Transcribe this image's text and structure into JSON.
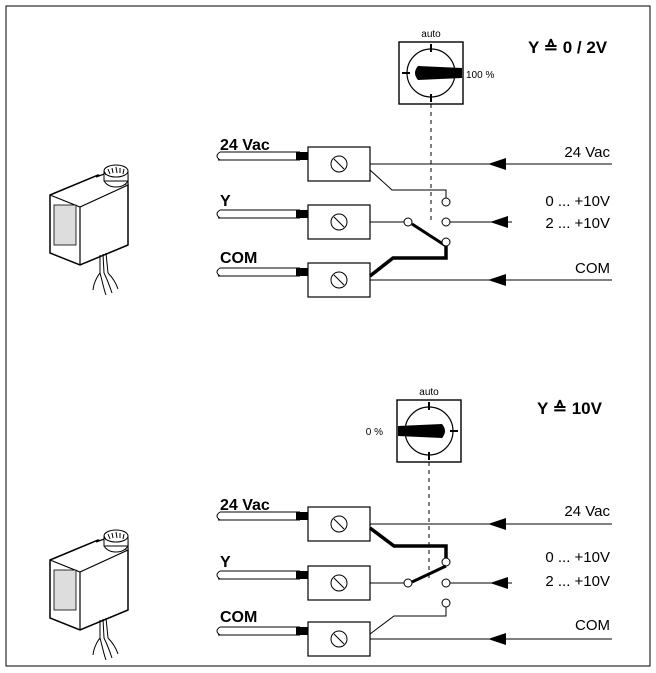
{
  "frame_color": "#000000",
  "diagrams": [
    {
      "id": "top",
      "formula": "Y ≙ 0 / 2V",
      "dial": {
        "top_label": "auto",
        "side_label": "100 %",
        "side_label_position": "right"
      },
      "terminals": [
        "24 Vac",
        "Y",
        "COM"
      ],
      "right_labels": [
        "24 Vac",
        "0 ... +10V",
        "2 ... +10V",
        "COM"
      ]
    },
    {
      "id": "bottom",
      "formula": "Y ≙ 10V",
      "dial": {
        "top_label": "auto",
        "side_label": "0 %",
        "side_label_position": "left"
      },
      "terminals": [
        "24 Vac",
        "Y",
        "COM"
      ],
      "right_labels": [
        "24 Vac",
        "0 ... +10V",
        "2 ... +10V",
        "COM"
      ]
    }
  ]
}
